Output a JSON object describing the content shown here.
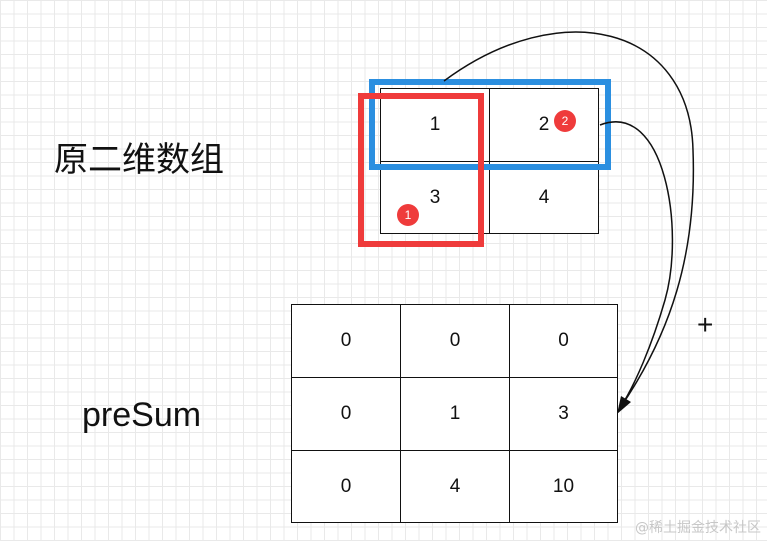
{
  "labels": {
    "original": "原二维数组",
    "presum": "preSum",
    "plus": "+",
    "watermark": "@稀土掘金技术社区"
  },
  "original_grid": [
    [
      "1",
      "2"
    ],
    [
      "3",
      "4"
    ]
  ],
  "presum_grid": [
    [
      "0",
      "0",
      "0"
    ],
    [
      "0",
      "1",
      "3"
    ],
    [
      "0",
      "4",
      "10"
    ]
  ],
  "badges": [
    "1",
    "2"
  ],
  "colors": {
    "red_box": "#ef3b3b",
    "blue_box": "#2b8fe0",
    "badge": "#ef3b3b",
    "grid_line": "#e9e9e9"
  }
}
